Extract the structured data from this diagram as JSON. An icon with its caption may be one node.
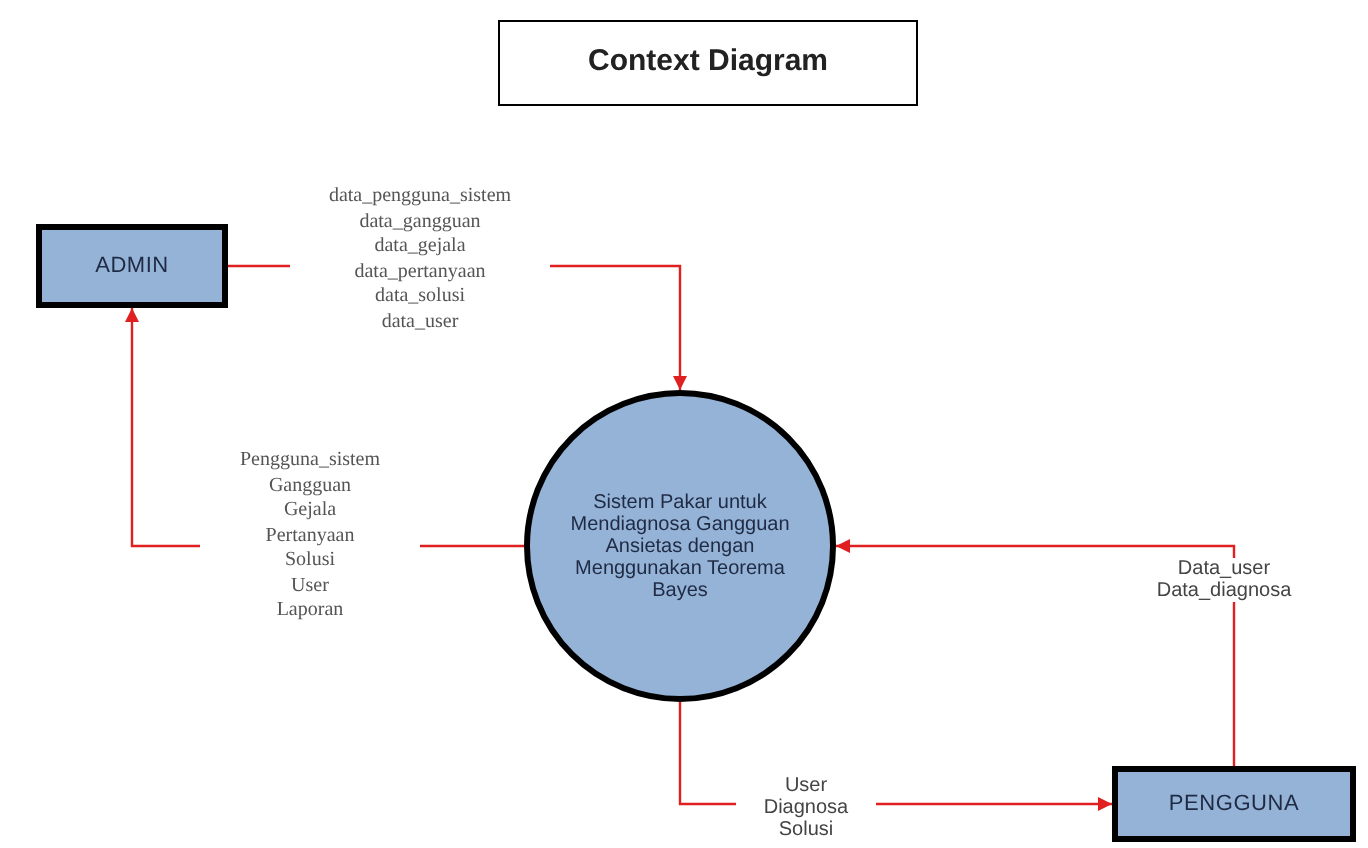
{
  "diagram": {
    "title": "Context Diagram",
    "nodes": [
      {
        "text": [
          "ADMIN"
        ]
      },
      {
        "text": [
          "Sistem Pakar untuk Mendiagnosa Gangguan Ansietas dengan Menggunakan Teorema Bayes"
        ]
      },
      {
        "text": [
          "PENGGUNA"
        ]
      }
    ],
    "edges": [
      {
        "from": 0,
        "to": 1,
        "arrow": "to",
        "label": "data_pengguna_sistem data_gangguan data_gejala data_pertanyaan data_solusi data_user",
        "color": "#e02020"
      },
      {
        "from": 1,
        "to": 0,
        "arrow": "to",
        "label": "Pengguna_sistem Gangguan Gejala Pertanyaan Solusi User Laporan",
        "color": "#e02020"
      },
      {
        "from": 2,
        "to": 1,
        "arrow": "to",
        "label": "Data_user Data_diagnosa",
        "color": "#e02020"
      },
      {
        "from": 1,
        "to": 2,
        "arrow": "to",
        "label": "User Diagnosa Solusi",
        "color": "#e02020"
      }
    ]
  }
}
